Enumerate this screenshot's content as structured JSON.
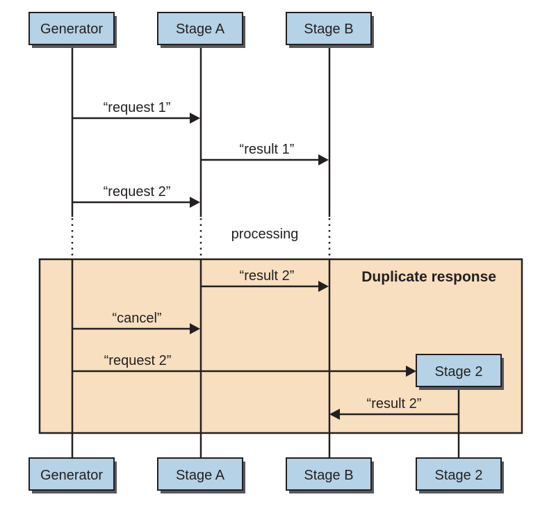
{
  "participants_top": [
    "Generator",
    "Stage A",
    "Stage B"
  ],
  "participants_bottom": [
    "Generator",
    "Stage A",
    "Stage B",
    "Stage 2"
  ],
  "messages": [
    {
      "label": "“request 1”",
      "from": "Generator",
      "to": "Stage A"
    },
    {
      "label": "“result 1”",
      "from": "Stage A",
      "to": "Stage B"
    },
    {
      "label": "“request 2”",
      "from": "Generator",
      "to": "Stage A"
    },
    {
      "label": "“result 2”",
      "from": "Stage A",
      "to": "Stage B"
    },
    {
      "label": "“cancel”",
      "from": "Generator",
      "to": "Stage A"
    },
    {
      "label": "“request 2”",
      "from": "Generator",
      "to": "Stage 2"
    },
    {
      "label": "“result 2”",
      "from": "Stage 2",
      "to": "Stage B"
    }
  ],
  "processing_note": "processing",
  "region": {
    "title": "Duplicate response"
  },
  "inline_participant": "Stage 2",
  "colors": {
    "box_fill": "#b5d2e6",
    "region_fill": "#f7dfbf",
    "line": "#231f20"
  }
}
